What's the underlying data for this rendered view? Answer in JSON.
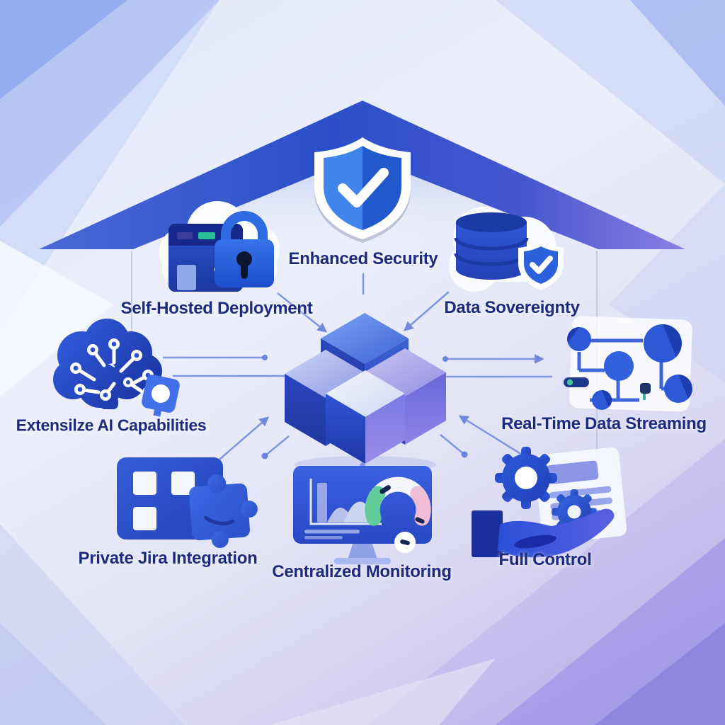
{
  "diagram": {
    "type": "hub-and-spoke feature infographic under a house roof",
    "hub": {
      "icon": "isometric-cubes-icon",
      "description": "four 3D blue-purple cubes at the center"
    },
    "nodes": [
      {
        "id": "enhanced-security",
        "label": "Enhanced Security",
        "icon": "shield-check-icon",
        "position": "top-center"
      },
      {
        "id": "self-hosted-deployment",
        "label": "Self-Hosted Deployment",
        "icon": "cloud-server-lock-icon",
        "position": "upper-left"
      },
      {
        "id": "data-sovereignty",
        "label": "Data Sovereignty",
        "icon": "database-shield-icon",
        "position": "upper-right"
      },
      {
        "id": "extend-ai-capabilities",
        "label": "Extensilze AI Capabilities",
        "icon": "brain-circuit-puzzle-icon",
        "position": "middle-left"
      },
      {
        "id": "real-time-data-streaming",
        "label": "Real-Time Data Streaming",
        "icon": "network-flow-icon",
        "position": "middle-right"
      },
      {
        "id": "private-jira-integration",
        "label": "Private Jira Integration",
        "icon": "board-puzzle-icon",
        "position": "lower-left"
      },
      {
        "id": "centralized-monitoring",
        "label": "Centralized Monitoring",
        "icon": "monitor-dashboard-icon",
        "position": "bottom-center"
      },
      {
        "id": "full-control",
        "label": "Full Control",
        "icon": "hand-gears-icon",
        "position": "lower-right"
      }
    ],
    "edges": [
      {
        "from": "self-hosted-deployment",
        "to": "hub"
      },
      {
        "from": "data-sovereignty",
        "to": "hub"
      },
      {
        "from": "enhanced-security",
        "to": "hub"
      },
      {
        "from": "extend-ai-capabilities",
        "to": "hub"
      },
      {
        "from": "hub",
        "to": "real-time-data-streaming"
      },
      {
        "from": "private-jira-integration",
        "to": "hub"
      },
      {
        "from": "centralized-monitoring",
        "to": "hub"
      },
      {
        "from": "full-control",
        "to": "hub"
      }
    ],
    "colors": {
      "text_navy": "#1d2b7d",
      "roof_blue": "#2b4fc8",
      "roof_purple": "#8d7fe2",
      "icon_blue": "#2c57d4",
      "icon_dark_blue": "#1c38a4",
      "cube_purple": "#8f83e6",
      "background_light": "#eceffb",
      "background_purple_corner": "#8f88e0",
      "accent_green": "#3fc48e",
      "accent_pink": "#eebcd4",
      "connector_blue": "#6d87dc",
      "white": "#ffffff"
    }
  }
}
